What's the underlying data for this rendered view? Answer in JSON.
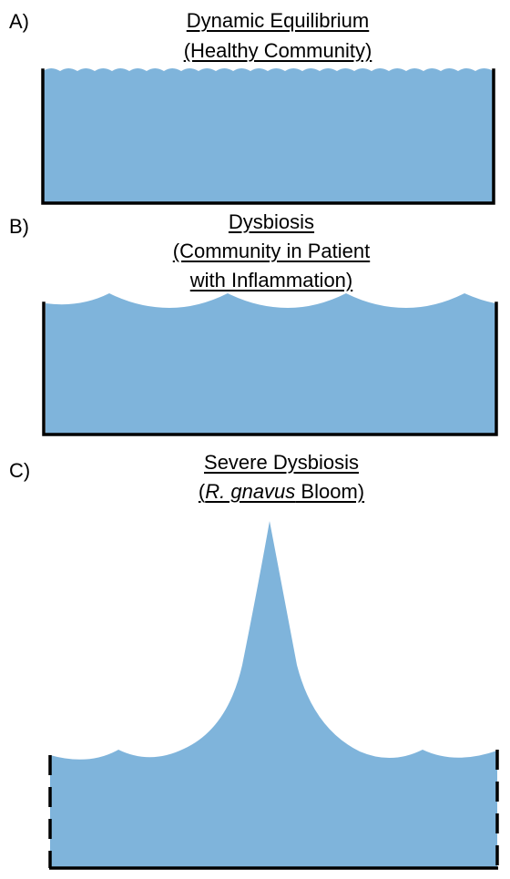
{
  "panels": [
    {
      "label": "A)",
      "title_lines": [
        "Dynamic Equilibrium",
        "(Healthy Community)"
      ]
    },
    {
      "label": "B)",
      "title_lines": [
        "Dysbiosis",
        "(Community in Patient",
        "with Inflammation)"
      ]
    },
    {
      "label": "C)",
      "title_line_1": "Severe Dysbiosis",
      "title_line_2_open": "(",
      "title_line_2_italic": "R. gnavus",
      "title_line_2_rest": " Bloom)"
    }
  ],
  "colors": {
    "water": "#7FB4DB",
    "container": "#000000"
  }
}
